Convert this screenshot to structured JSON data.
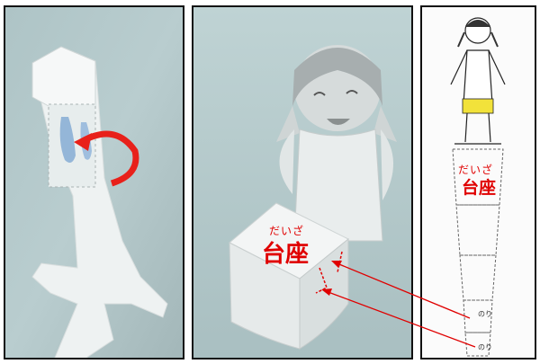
{
  "panel_middle": {
    "ruby": "だいざ",
    "label": "台座"
  },
  "panel_right": {
    "ruby": "だいざ",
    "label": "台座",
    "tab_upper": "のり",
    "tab_lower": "のり"
  },
  "colors": {
    "annotation": "#e00000",
    "curved_arrow": "#e8201a",
    "shorts": "#f2e23a",
    "frame": "#111111"
  }
}
